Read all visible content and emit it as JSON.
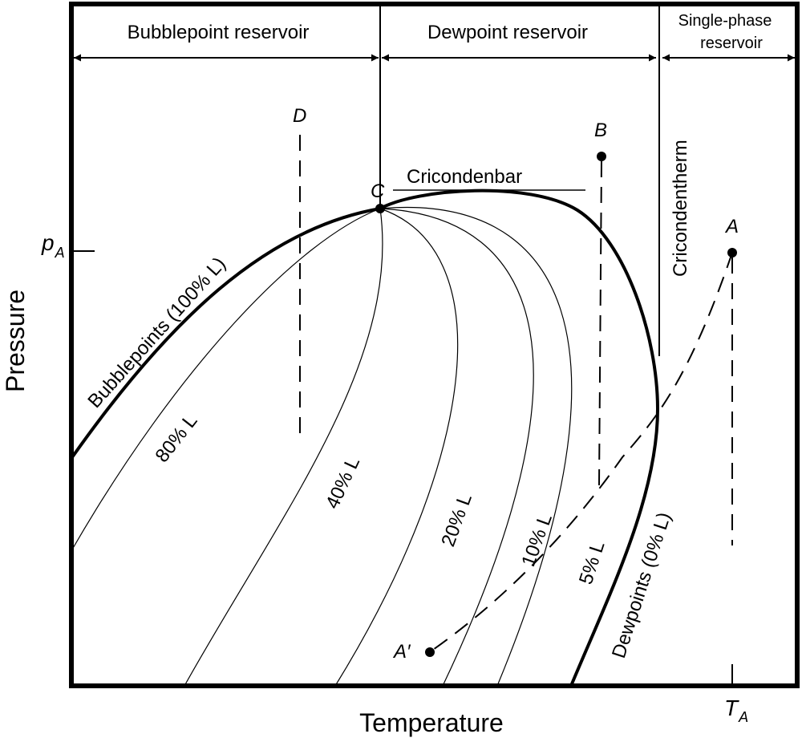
{
  "headers": {
    "bubblepoint_reservoir": "Bubblepoint reservoir",
    "dewpoint_reservoir": "Dewpoint reservoir",
    "single_phase_line1": "Single-phase",
    "single_phase_line2": "reservoir"
  },
  "axes": {
    "x_label": "Temperature",
    "y_label": "Pressure",
    "y_marker_main": "p",
    "y_marker_sub": "A",
    "x_marker_main": "T",
    "x_marker_sub": "A"
  },
  "points": {
    "A": "A",
    "A_prime": "A′",
    "B": "B",
    "C": "C",
    "D": "D"
  },
  "curve_labels": {
    "bubblepoints": "Bubblepoints (100% L)",
    "dewpoints": "Dewpoints (0% L)",
    "l80": "80% L",
    "l40": "40% L",
    "l20": "20% L",
    "l10": "10% L",
    "l5": "5% L"
  },
  "annotations": {
    "cricondenbar": "Cricondenbar",
    "cricondentherm": "Cricondentherm"
  },
  "colors": {
    "ink": "#000000",
    "background": "#ffffff"
  }
}
